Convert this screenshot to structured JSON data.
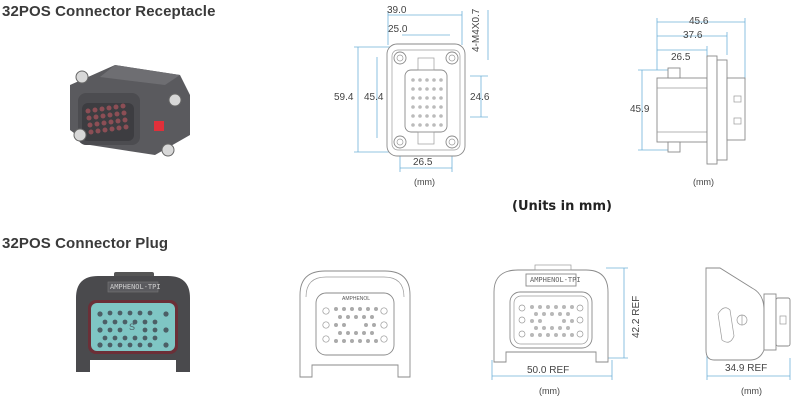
{
  "receptacle": {
    "title": "32POS Connector Receptacle",
    "front_view": {
      "dims": {
        "width_overall": "39.0",
        "hole_spacing_x": "25.0",
        "thread": "4-M4X0.7",
        "height_overall": "59.4",
        "hole_spacing_y": "45.4",
        "cutout_height": "24.6",
        "bottom_width": "26.5"
      },
      "units": "(mm)"
    },
    "side_view": {
      "dims": {
        "depth_overall": "45.6",
        "depth_mid": "37.6",
        "depth_rear": "26.5",
        "height": "45.9"
      },
      "units": "(mm)"
    }
  },
  "units_note": "(Units in mm)",
  "plug": {
    "title": "32POS Connector Plug",
    "label_text": "AMPHENOL-TPI",
    "insert_label": "AMPHENOL",
    "insert_letter": "S",
    "front_view": {
      "dims": {
        "width": "50.0 REF",
        "height": "42.2 REF"
      },
      "units": "(mm)"
    },
    "side_view": {
      "dims": {
        "depth": "34.9 REF"
      },
      "units": "(mm)"
    }
  },
  "colors": {
    "dimension_line": "#6fb1d9",
    "insert_teal": "#7fc6c4",
    "housing_dark": "#4a4a4d",
    "indicator_red": "#e0303a"
  }
}
